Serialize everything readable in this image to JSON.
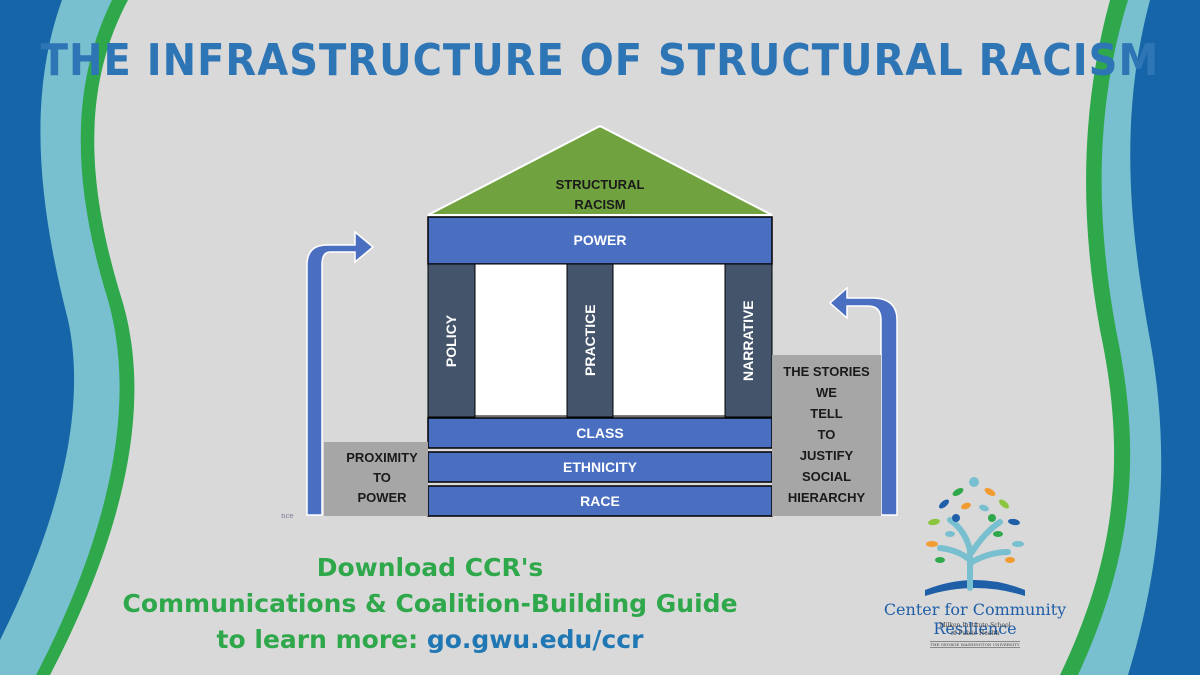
{
  "title": "THE INFRASTRUCTURE OF STRUCTURAL RACISM",
  "roof_label_line1": "STRUCTURAL",
  "roof_label_line2": "RACISM",
  "power_label": "POWER",
  "pillars": [
    "POLICY",
    "PRACTICE",
    "NARRATIVE"
  ],
  "foundation": [
    "CLASS",
    "ETHNICITY",
    "RACE"
  ],
  "proximity_box": [
    "PROXIMITY",
    "TO",
    "POWER"
  ],
  "stories_box": [
    "THE STORIES",
    "WE",
    "TELL",
    "TO",
    "JUSTIFY",
    "SOCIAL",
    "HIERARCHY"
  ],
  "fragment_text": "nce",
  "cta": {
    "line1": "Download CCR's",
    "line2": "Communications & Coalition-Building Guide",
    "line3_prefix": "to learn more: ",
    "link": "go.gwu.edu/ccr"
  },
  "logo": {
    "name": "Center for Community Resilience",
    "sub1": "Milken Institute School",
    "sub2": "of Public Health",
    "sub3": "THE GEORGE WASHINGTON UNIVERSITY"
  },
  "colors": {
    "background": "#d9d9d9",
    "wave_dark_blue": "#1565a8",
    "wave_light_teal": "#78bfcf",
    "wave_green": "#2ea84a",
    "title_blue": "#2e75b6",
    "bar_blue": "#4a6fc1",
    "pillar_slate": "#44546a",
    "roof_green": "#70a340",
    "gray_box": "#a6a6a6",
    "cta_green": "#2ea84a"
  }
}
